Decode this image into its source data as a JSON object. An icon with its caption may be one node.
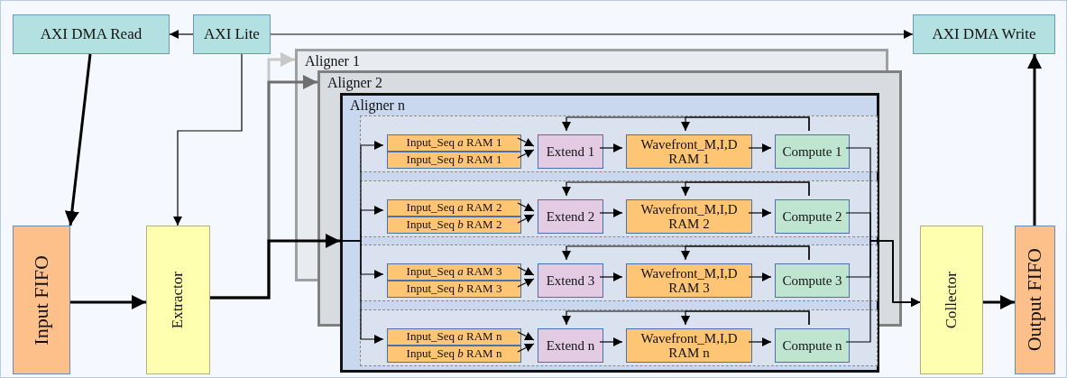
{
  "diagram": {
    "nodes": [
      {
        "text": [
          "AXI DMA Read"
        ]
      },
      {
        "text": [
          "AXI Lite"
        ]
      },
      {
        "text": [
          "AXI DMA Write"
        ]
      },
      {
        "text": [
          "Input FIFO"
        ]
      },
      {
        "text": [
          "Extractor"
        ]
      },
      {
        "text": [
          "Aligner 1"
        ]
      },
      {
        "text": [
          "Aligner 2"
        ]
      },
      {
        "text": [
          "Aligner n"
        ]
      },
      {
        "text": [],
        "shape": "box",
        "in": 7
      },
      {
        "text": [
          "Input_Seq *a* RAM 1"
        ],
        "in": 8
      },
      {
        "text": [
          "Input_Seq *b* RAM 1"
        ],
        "in": 8
      },
      {
        "text": [
          "Extend 1"
        ],
        "in": 8
      },
      {
        "text": [
          "Wavefront_M,I,D RAM 1"
        ],
        "in": 8
      },
      {
        "text": [
          "Compute 1"
        ],
        "in": 8
      },
      {
        "text": [],
        "shape": "box",
        "in": 7
      },
      {
        "text": [
          "Input_Seq *a* RAM 2"
        ],
        "in": 14
      },
      {
        "text": [
          "Input_Seq *b* RAM 2"
        ],
        "in": 14
      },
      {
        "text": [
          "Extend 2"
        ],
        "in": 14
      },
      {
        "text": [
          "Wavefront_M,I,D RAM 2"
        ],
        "in": 14
      },
      {
        "text": [
          "Compute 2"
        ],
        "in": 14
      },
      {
        "text": [],
        "shape": "box",
        "in": 7
      },
      {
        "text": [
          "Input_Seq *a* RAM 3"
        ],
        "in": 20
      },
      {
        "text": [
          "Input_Seq *b* RAM 3"
        ],
        "in": 20
      },
      {
        "text": [
          "Extend 3"
        ],
        "in": 20
      },
      {
        "text": [
          "Wavefront_M,I,D RAM 3"
        ],
        "in": 20
      },
      {
        "text": [
          "Compute 3"
        ],
        "in": 20
      },
      {
        "text": [],
        "shape": "box",
        "in": 7
      },
      {
        "text": [
          "Input_Seq *a* RAM n"
        ],
        "in": 26
      },
      {
        "text": [
          "Input_Seq *b* RAM n"
        ],
        "in": 26
      },
      {
        "text": [
          "Extend n"
        ],
        "in": 26
      },
      {
        "text": [
          "Wavefront_M,I,D RAM n"
        ],
        "in": 26
      },
      {
        "text": [
          "Compute n"
        ],
        "in": 26
      },
      {
        "text": [
          "Collector"
        ]
      },
      {
        "text": [
          "Output FIFO"
        ]
      }
    ],
    "edges": [
      {
        "from": 1,
        "to": 0,
        "arrow": "to"
      },
      {
        "from": 1,
        "to": 2,
        "arrow": "to"
      },
      {
        "from": 0,
        "to": 3,
        "arrow": "to",
        "style": "thick"
      },
      {
        "from": 1,
        "to": 4,
        "arrow": "to"
      },
      {
        "from": 3,
        "to": 4,
        "arrow": "to",
        "style": "thick"
      },
      {
        "from": 4,
        "to": 5,
        "arrow": "to",
        "style": "thick",
        "color": "#c8c8c8"
      },
      {
        "from": 4,
        "to": 6,
        "arrow": "to",
        "style": "thick",
        "color": "#6e6e6e"
      },
      {
        "from": 4,
        "to": 7,
        "arrow": "to",
        "style": "thick"
      },
      {
        "from": 7,
        "to": 9,
        "arrow": "to"
      },
      {
        "from": 9,
        "to": 11,
        "arrow": "to"
      },
      {
        "from": 10,
        "to": 11,
        "arrow": "to"
      },
      {
        "from": 11,
        "to": 12,
        "arrow": "to"
      },
      {
        "from": 12,
        "to": 13,
        "arrow": "to"
      },
      {
        "from": 13,
        "to": 11,
        "arrow": "to"
      },
      {
        "from": 13,
        "to": 12,
        "arrow": "to"
      },
      {
        "from": 13,
        "to": 32,
        "arrow": "to"
      },
      {
        "from": 7,
        "to": 15,
        "arrow": "to"
      },
      {
        "from": 15,
        "to": 17,
        "arrow": "to"
      },
      {
        "from": 16,
        "to": 17,
        "arrow": "to"
      },
      {
        "from": 17,
        "to": 18,
        "arrow": "to"
      },
      {
        "from": 18,
        "to": 19,
        "arrow": "to"
      },
      {
        "from": 19,
        "to": 17,
        "arrow": "to"
      },
      {
        "from": 19,
        "to": 18,
        "arrow": "to"
      },
      {
        "from": 19,
        "to": 32,
        "arrow": "to"
      },
      {
        "from": 7,
        "to": 21,
        "arrow": "to"
      },
      {
        "from": 21,
        "to": 23,
        "arrow": "to"
      },
      {
        "from": 22,
        "to": 23,
        "arrow": "to"
      },
      {
        "from": 23,
        "to": 24,
        "arrow": "to"
      },
      {
        "from": 24,
        "to": 25,
        "arrow": "to"
      },
      {
        "from": 25,
        "to": 23,
        "arrow": "to"
      },
      {
        "from": 25,
        "to": 24,
        "arrow": "to"
      },
      {
        "from": 25,
        "to": 32,
        "arrow": "to"
      },
      {
        "from": 7,
        "to": 27,
        "arrow": "to"
      },
      {
        "from": 27,
        "to": 29,
        "arrow": "to"
      },
      {
        "from": 28,
        "to": 29,
        "arrow": "to"
      },
      {
        "from": 29,
        "to": 30,
        "arrow": "to"
      },
      {
        "from": 30,
        "to": 31,
        "arrow": "to"
      },
      {
        "from": 31,
        "to": 29,
        "arrow": "to"
      },
      {
        "from": 31,
        "to": 30,
        "arrow": "to"
      },
      {
        "from": 31,
        "to": 32,
        "arrow": "to"
      },
      {
        "from": 32,
        "to": 33,
        "arrow": "to",
        "style": "thick"
      },
      {
        "from": 33,
        "to": 2,
        "arrow": "to",
        "style": "thick"
      }
    ]
  }
}
